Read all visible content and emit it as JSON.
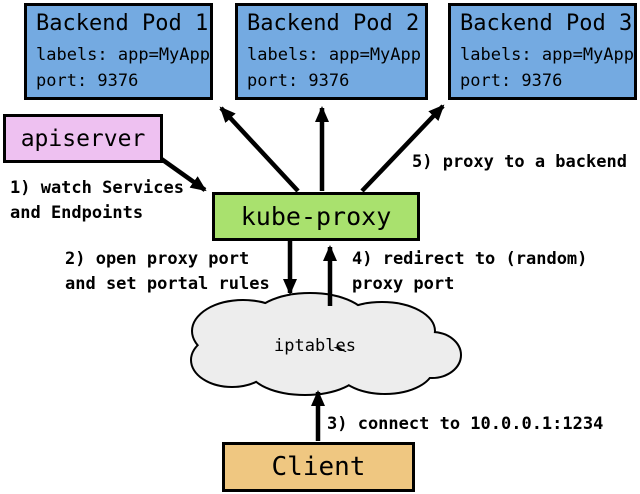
{
  "diagram": {
    "title_semantic": "kube-proxy userspace proxy-mode diagram",
    "pods": [
      {
        "title": "Backend Pod 1",
        "labels_line": "labels: app=MyApp",
        "port_line": "port: 9376"
      },
      {
        "title": "Backend Pod 2",
        "labels_line": "labels: app=MyApp",
        "port_line": "port: 9376"
      },
      {
        "title": "Backend Pod 3",
        "labels_line": "labels: app=MyApp",
        "port_line": "port: 9376"
      }
    ],
    "apiserver": {
      "label": "apiserver"
    },
    "kube_proxy": {
      "label": "kube-proxy"
    },
    "iptables": {
      "label": "iptables"
    },
    "client": {
      "label": "Client"
    },
    "steps": {
      "s1": {
        "line1": "1) watch Services",
        "line2": "and Endpoints"
      },
      "s2": {
        "line1": "2) open proxy port",
        "line2": "and set portal rules"
      },
      "s3": {
        "line1": "3) connect to 10.0.0.1:1234"
      },
      "s4": {
        "line1": "4) redirect to (random)",
        "line2": "proxy port"
      },
      "s5": {
        "line1": "5) proxy to a backend"
      }
    },
    "colors": {
      "pod_fill": "#74AAE1",
      "apiserver_fill": "#EEC1F1",
      "kube_proxy_fill": "#A9E16E",
      "cloud_fill": "#EDEDED",
      "client_fill": "#EFC781",
      "stroke": "#000000",
      "background": "#FFFFFF"
    }
  }
}
